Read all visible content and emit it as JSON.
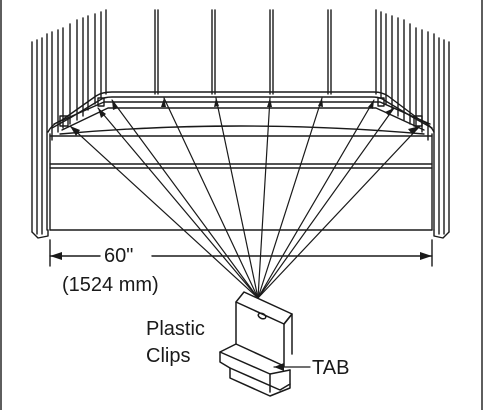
{
  "labels": {
    "width_in": "60\"",
    "width_mm": "(1524 mm)",
    "clip_line1": "Plastic",
    "clip_line2": "Clips",
    "tab": "TAB"
  },
  "colors": {
    "line": "#1a1a1a",
    "background": "#ffffff"
  }
}
